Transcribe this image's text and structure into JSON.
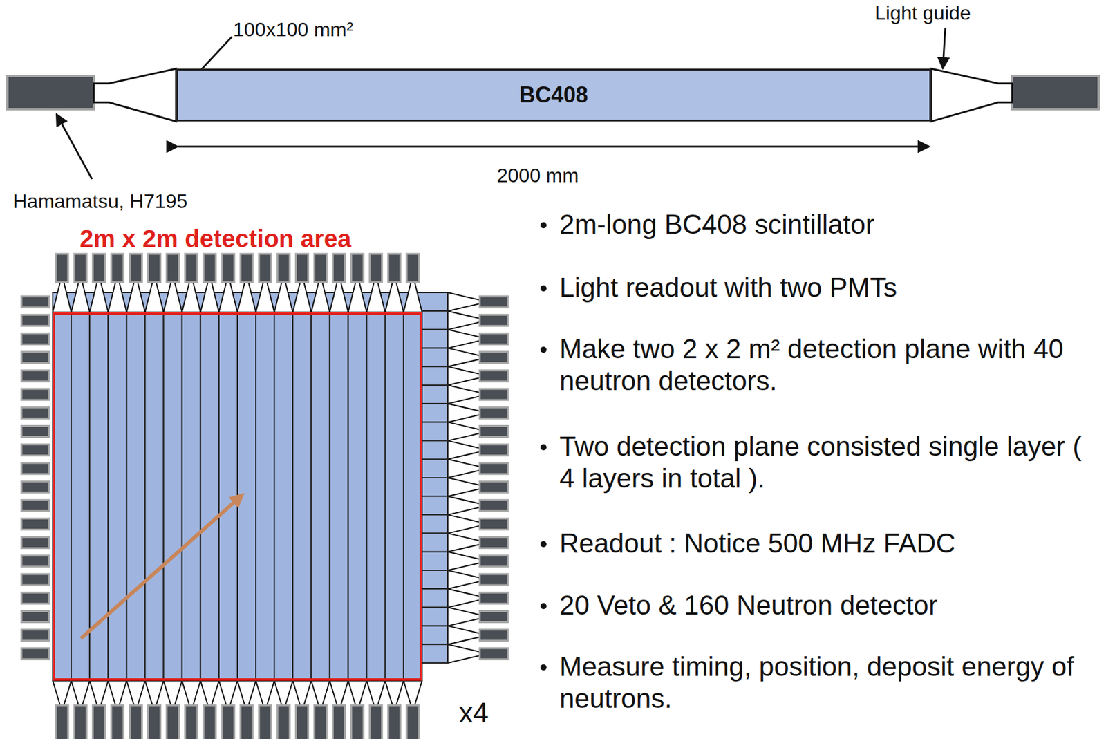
{
  "diagram": {
    "nodes": [
      {
        "text": [
          "BC408"
        ]
      },
      {
        "text": [
          "2m x 2m detection area"
        ]
      }
    ],
    "labels": [
      "100x100 mm²",
      "Light guide",
      "2000 mm",
      "Hamamatsu, H7195",
      "2m-long BC408 scintillator",
      "Light readout with two PMTs",
      "Make two 2 x 2 m² detection plane with 40 neutron detectors.",
      "Two detection plane consisted single layer ( 4 layers in total ).",
      "Readout : Notice 500 MHz FADC",
      "20 Veto & 160 Neutron detector",
      "Measure timing, position, deposit energy of neutrons.",
      "x4"
    ]
  }
}
